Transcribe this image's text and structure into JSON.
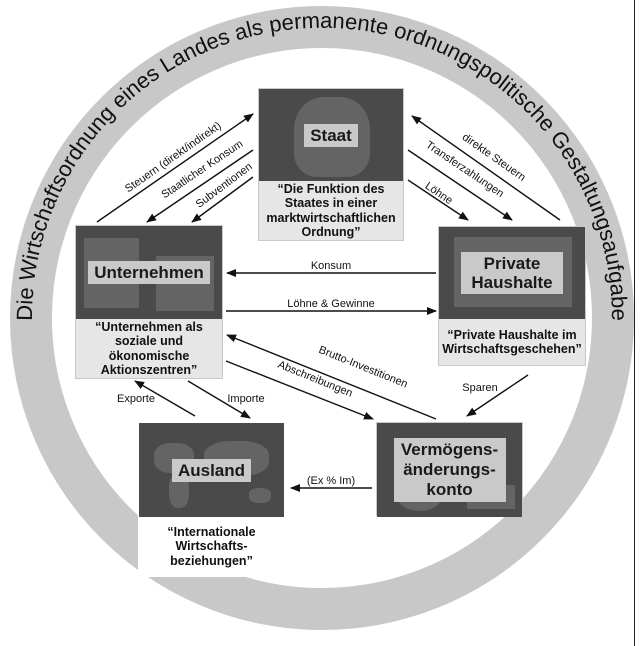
{
  "ring_title": "Die Wirtschaftsordnung eines Landes als permanente ordnungspolitische Gestaltungsaufgabe",
  "nodes": {
    "staat": {
      "label": "Staat",
      "caption": "“Die Funktion des Staates in einer marktwirtschaftlichen Ordnung”"
    },
    "unternehmen": {
      "label": "Unternehmen",
      "caption": "“Unternehmen als soziale und ökonomische Aktionszentren”"
    },
    "haushalte": {
      "label": "Private Haushalte",
      "caption": "“Private Haushalte im Wirtschaftsgeschehen”"
    },
    "ausland": {
      "label": "Ausland",
      "caption": "“Internationale Wirtschafts-beziehungen”"
    },
    "vermoegen": {
      "label": "Vermögens-änderungs-konto"
    }
  },
  "flows": {
    "steuern": "Steuern (direkt/indirekt)",
    "staatlicher_konsum": "Staatlicher Konsum",
    "subventionen": "Subventionen",
    "direkte_steuern": "direkte Steuern",
    "transferzahlungen": "Transferzahlungen",
    "loehne": "Löhne",
    "konsum": "Konsum",
    "loehne_gewinne": "Löhne & Gewinne",
    "brutto_investitionen": "Brutto-Investitionen",
    "abschreibungen": "Abschreibungen",
    "exporte": "Exporte",
    "importe": "Importe",
    "sparen": "Sparen",
    "ex_im": "(Ex % Im)"
  },
  "colors": {
    "ring": "#c8c8c8",
    "box_dark": "#4a4a4a",
    "caption_bg": "#e6e6e6"
  }
}
